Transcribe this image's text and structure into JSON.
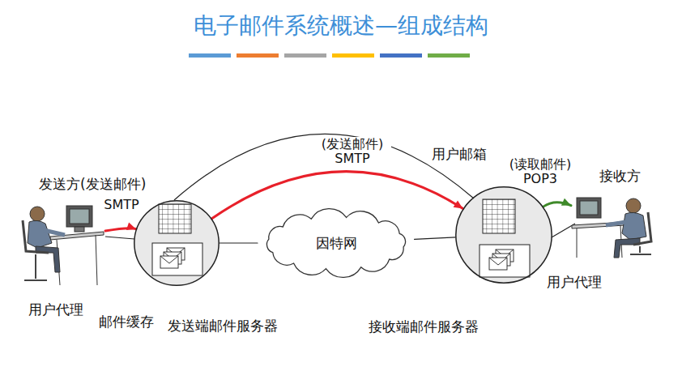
{
  "diagram": {
    "title": "电子邮件系统概述—组成结构",
    "nodes": [
      {
        "text": [
          "用户代理"
        ]
      },
      {
        "text": [
          "发送端邮件服务器"
        ]
      },
      {
        "text": [
          "因特网"
        ]
      },
      {
        "text": [
          "接收端邮件服务器"
        ]
      },
      {
        "text": [
          "用户代理"
        ]
      }
    ],
    "edges": [
      {
        "from": 0,
        "to": 1,
        "arrow": "to",
        "label": "SMTP"
      },
      {
        "from": 1,
        "to": 3,
        "arrow": "to",
        "label": "(发送邮件) SMTP"
      },
      {
        "from": 1,
        "to": 2,
        "arrow": "none"
      },
      {
        "from": 2,
        "to": 3,
        "arrow": "none"
      },
      {
        "from": 3,
        "to": 4,
        "arrow": "to",
        "label": "(读取邮件) POP3"
      }
    ],
    "labels": [
      "发送方(发送邮件)",
      "邮件缓存",
      "用户邮箱",
      "接收方"
    ]
  }
}
